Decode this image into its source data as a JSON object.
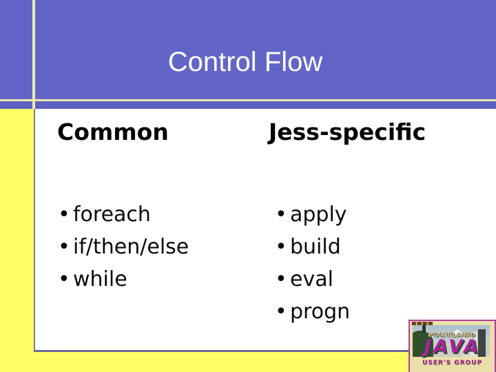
{
  "slide": {
    "title": "Control Flow",
    "columns": [
      {
        "heading": "Common",
        "items": [
          "foreach",
          "if/then/else",
          "while"
        ]
      },
      {
        "heading": "Jess-specific",
        "items": [
          "apply",
          "build",
          "eval",
          "progn"
        ]
      }
    ]
  },
  "logo": {
    "city": "PORTLAND",
    "name": "JAVA",
    "group": "USER'S GROUP"
  },
  "ui": {
    "bullet": "•"
  },
  "colors": {
    "header_purple": "#6365c6",
    "header_substrip": "#5c5fc0",
    "accent_pale_yellow": "#eaebae",
    "slide_yellow": "#ffff66",
    "panel_white": "#ffffff",
    "panel_border_left": "#7c7c7c",
    "panel_border_bottom": "#6b6b9b",
    "title_text": "#ffffff",
    "body_text": "#000000",
    "logo_border_magenta": "#b23aa0",
    "logo_background_tan": "#eadfa8",
    "logo_java_magenta": "#aa22a4"
  }
}
